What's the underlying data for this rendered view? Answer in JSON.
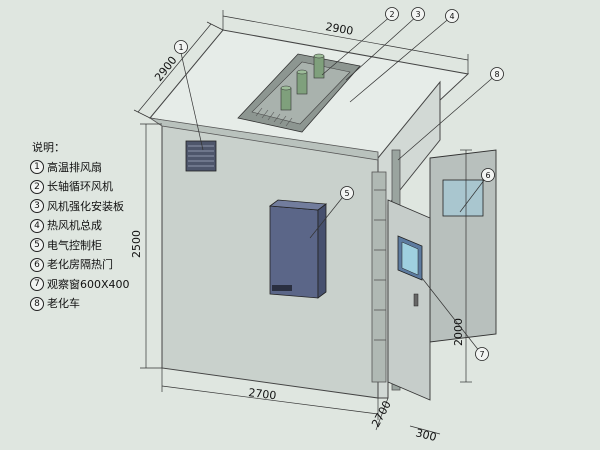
{
  "legend": {
    "title": "说明：",
    "items": [
      {
        "num": "1",
        "label": "高温排风扇"
      },
      {
        "num": "2",
        "label": "长轴循环风机"
      },
      {
        "num": "3",
        "label": "风机强化安装板"
      },
      {
        "num": "4",
        "label": "热风机总成"
      },
      {
        "num": "5",
        "label": "电气控制柜"
      },
      {
        "num": "6",
        "label": "老化房隔热门"
      },
      {
        "num": "7",
        "label": "观察窗600X400"
      },
      {
        "num": "8",
        "label": "老化车"
      }
    ]
  },
  "dimensions": {
    "top_width": "2900",
    "top_depth": "2900",
    "height": "2500",
    "front_width": "2700",
    "door_height": "2000",
    "door_depth": "2700",
    "door_offset": "300"
  },
  "callouts": {
    "c1": "1",
    "c2": "2",
    "c3": "3",
    "c4": "4",
    "c5": "5",
    "c6": "6",
    "c7": "7",
    "c8": "8"
  },
  "colors": {
    "panel": "#c7cfca",
    "cabinet": "#5b6688",
    "door": "#b8c0bd",
    "background": "#dfe6e0"
  }
}
